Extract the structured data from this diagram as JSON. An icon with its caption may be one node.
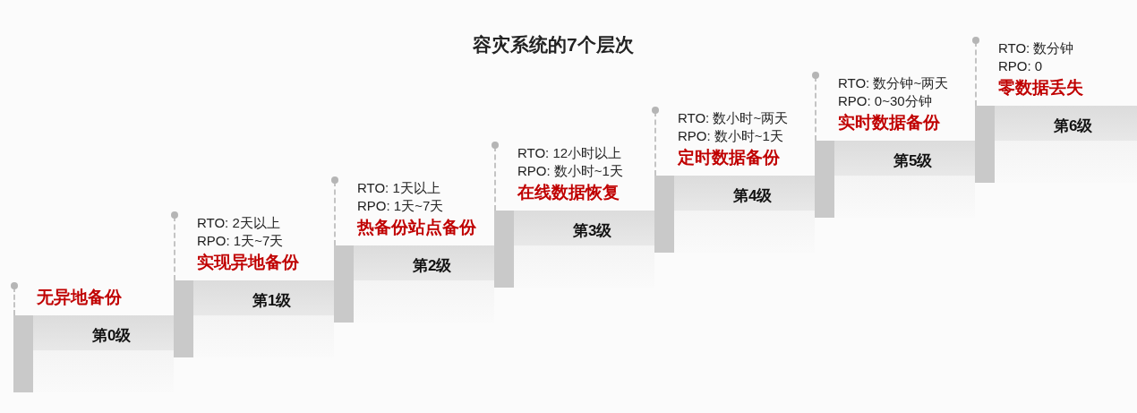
{
  "diagram": {
    "title": "容灾系统的7个层次",
    "nodes": [
      {
        "text": [
          "无异地备份",
          "第0级"
        ]
      },
      {
        "text": [
          "RTO: 2天以上",
          "RPO: 1天~7天",
          "实现异地备份",
          "第1级"
        ]
      },
      {
        "text": [
          "RTO: 1天以上",
          "RPO: 1天~7天",
          "热备份站点备份",
          "第2级"
        ]
      },
      {
        "text": [
          "RTO: 12小时以上",
          "RPO: 数小时~1天",
          "在线数据恢复",
          "第3级"
        ]
      },
      {
        "text": [
          "RTO: 数小时~两天",
          "RPO: 数小时~1天",
          "定时数据备份",
          "第4级"
        ]
      },
      {
        "text": [
          "RTO: 数分钟~两天",
          "RPO: 0~30分钟",
          "实时数据备份",
          "第5级"
        ]
      },
      {
        "text": [
          "RTO: 数分钟",
          "RPO: 0",
          "零数据丢失",
          "第6级"
        ]
      }
    ]
  }
}
